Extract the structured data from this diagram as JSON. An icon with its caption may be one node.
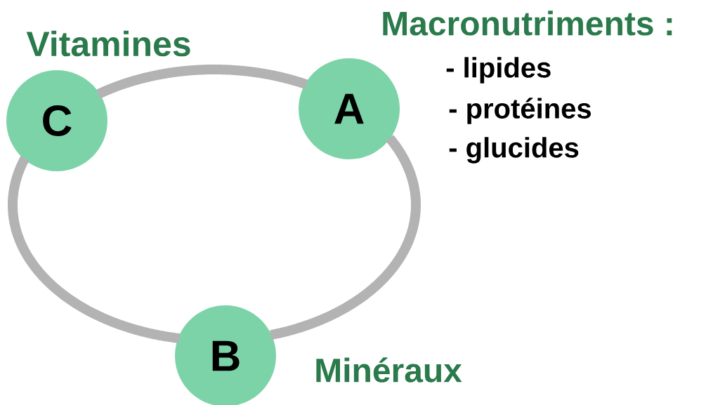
{
  "diagram": {
    "nodes": [
      {
        "text": [
          "C"
        ],
        "beside": [
          "Vitamines"
        ]
      },
      {
        "text": [
          "A"
        ],
        "beside": [
          "Macronutriments :",
          "- lipides",
          "- protéines",
          "- glucides"
        ]
      },
      {
        "text": [
          "B"
        ],
        "beside": [
          "Minéraux"
        ]
      }
    ],
    "edges": [
      {
        "from": 0,
        "to": 1,
        "arrow": "none"
      },
      {
        "from": 1,
        "to": 2,
        "arrow": "none"
      },
      {
        "from": 2,
        "to": 0,
        "arrow": "none"
      }
    ]
  }
}
